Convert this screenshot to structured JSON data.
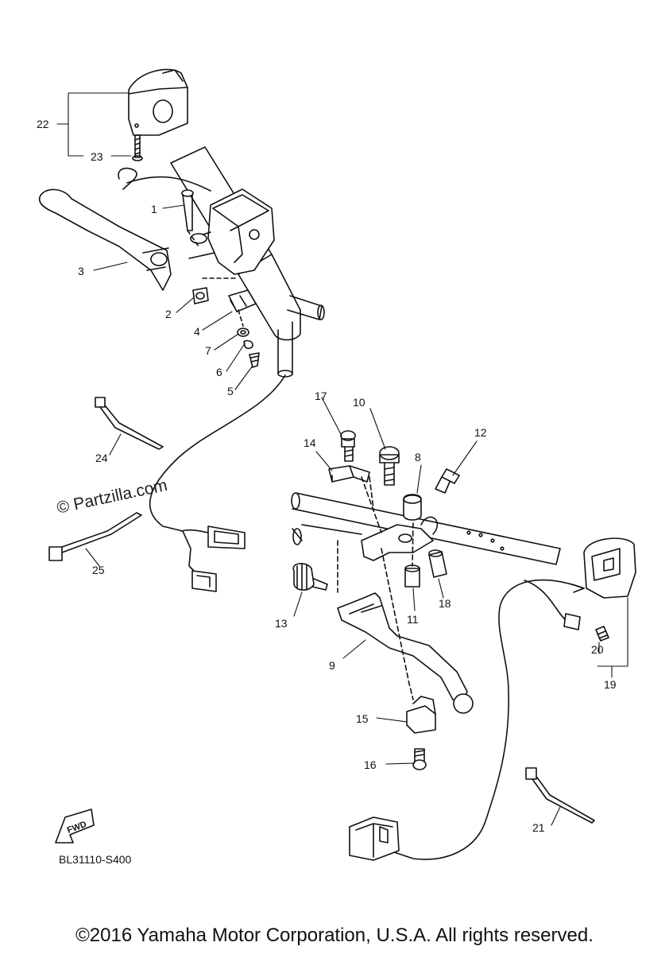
{
  "labels": {
    "p1": "1",
    "p2": "2",
    "p3": "3",
    "p4": "4",
    "p5": "5",
    "p6": "6",
    "p7": "7",
    "p8": "8",
    "p9": "9",
    "p10": "10",
    "p11": "11",
    "p12": "12",
    "p13": "13",
    "p14": "14",
    "p15": "15",
    "p16": "16",
    "p17": "17",
    "p18": "18",
    "p19": "19",
    "p20": "20",
    "p21": "21",
    "p22": "22",
    "p23": "23",
    "p24": "24",
    "p25": "25"
  },
  "watermark": "© Partzilla.com",
  "fwd": "FWD",
  "diagram_code": "BL31110-S400",
  "copyright": "©2016 Yamaha Motor Corporation, U.S.A. All rights reserved."
}
